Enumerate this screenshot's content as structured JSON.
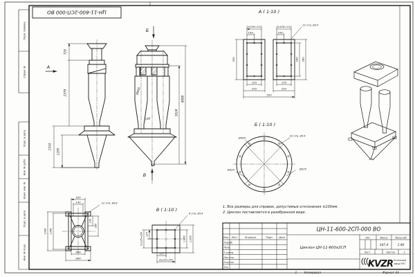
{
  "sheet": {
    "zone_top": "1",
    "stamp_top_left": "ЦН-11-600-2СП-000 ВО",
    "margins_top": [
      "Перв. примен.",
      "Справ. №"
    ],
    "margins_bottom": [
      "Подп. и дата",
      "Инв. № дубл.",
      "Взам. инв. №",
      "Подп. и дата",
      "Инв. № подл."
    ],
    "footer": {
      "zone": "1",
      "copy": "Копировал",
      "format": "Формат А3"
    }
  },
  "notes": {
    "n1": "1. Все размеры для справок, допустимые отклонения ±100мм.",
    "n2": "2. Циклон поставляется в разобранном виде."
  },
  "side_view": {
    "arrow_a": "А",
    "d728": "728",
    "d2570": "2570",
    "d1510": "1510",
    "d1205": "1205"
  },
  "front_view": {
    "arrow_b": "Б",
    "arrow_v": "В",
    "d600": "Ø600",
    "d740": "740",
    "d3824": "3824",
    "d4898": "4898"
  },
  "detail_a": {
    "title": "А ( 1:10 )",
    "span_left": "2х108=215",
    "span_right": "2х108=215",
    "d108_left": "108",
    "d108_right": "108",
    "holes": "12 отв. Ø14",
    "d350": "350",
    "d290": "290",
    "d390": "390",
    "d155_left": "155",
    "d155_right": "155",
    "d255_left": "255",
    "d255_right": "255",
    "d550": "550"
  },
  "detail_b": {
    "title": "Б ( 1:10 )",
    "d485": "Ø485",
    "d425": "Ø425",
    "d525": "Ø525",
    "holes": "10 отв. Ø14"
  },
  "detail_v": {
    "title": "В ( 1:10 )",
    "holes": "8 отв. Ø14",
    "left_half": "125",
    "left_span": "2х125=250",
    "bottom_half": "125",
    "bottom_span": "2х125=250",
    "sq200": "□200",
    "sq300": "□300"
  },
  "support_view": {
    "d200": "200",
    "d140": "140",
    "holes": "12 отв. Ø18",
    "d140_r": "140",
    "d290_r": "290",
    "d1546": "1546",
    "d1346": "1346",
    "d606": "606",
    "d806": "806"
  },
  "title_block": {
    "doc": "ЦН-11-600-2СП-000 ВО",
    "name": "Циклон ЦН-11-600х2СП",
    "cols": [
      "Изм.",
      "Лист",
      "№ докум.",
      "Подп.",
      "Дата"
    ],
    "rows": [
      "Разраб.",
      "Пров.",
      "Т.контр.",
      "Нач.отд.",
      "Н.контр.",
      "Утв."
    ],
    "lit": "Лит.",
    "mass": "Масса",
    "scale": "Масштаб",
    "mass_value": "347,4",
    "scale_value": "1:40",
    "sheet": "Лист",
    "sheets": "Листов",
    "sheets_value": "1",
    "logo": "KVZR",
    "company1": "Котельный",
    "company2": "завод РЭП"
  }
}
